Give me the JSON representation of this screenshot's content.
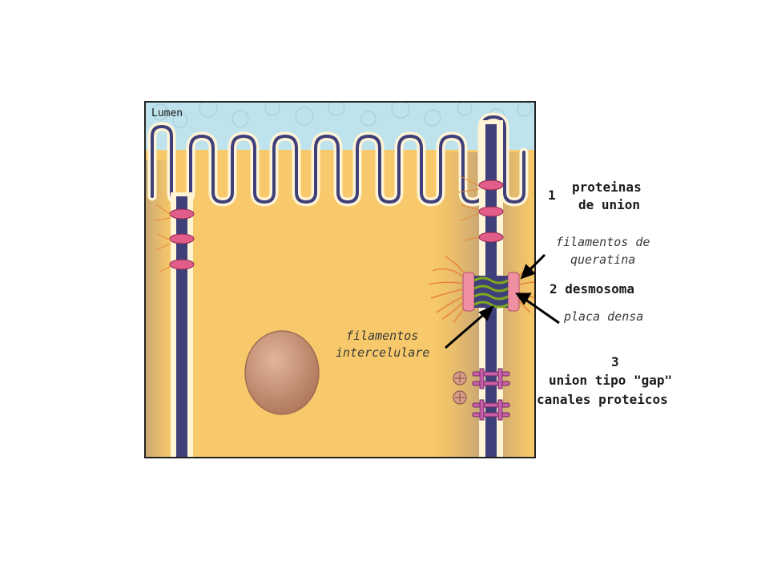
{
  "labels": {
    "lumen": "Lumen",
    "n1": "1",
    "proteinas_line1": "proteinas",
    "proteinas_line2": "de union",
    "filamentos_queratina_line1": "filamentos de",
    "filamentos_queratina_line2": "queratina",
    "desmosoma": "2 desmosoma",
    "placa_densa": "placa densa",
    "filamentos_inter_line1": "filamentos",
    "filamentos_inter_line2": "intercelulare",
    "n3": "3",
    "gap_line1": "union tipo \"gap\"",
    "gap_line2": "canales proteicos"
  },
  "colors": {
    "cytoplasm": "#f8c96a",
    "lumen": "#bfe3ec",
    "membrane": "#3f3f7a",
    "membrane_outline": "#fff4d6",
    "tight_junction": "#e35d8a",
    "desmosome_plaque": "#ef8fa2",
    "keratin": "#e8843a",
    "intercellular_filament": "#7fa81f",
    "nucleus": "#c58d70",
    "gap_channel": "#c85fa8"
  }
}
